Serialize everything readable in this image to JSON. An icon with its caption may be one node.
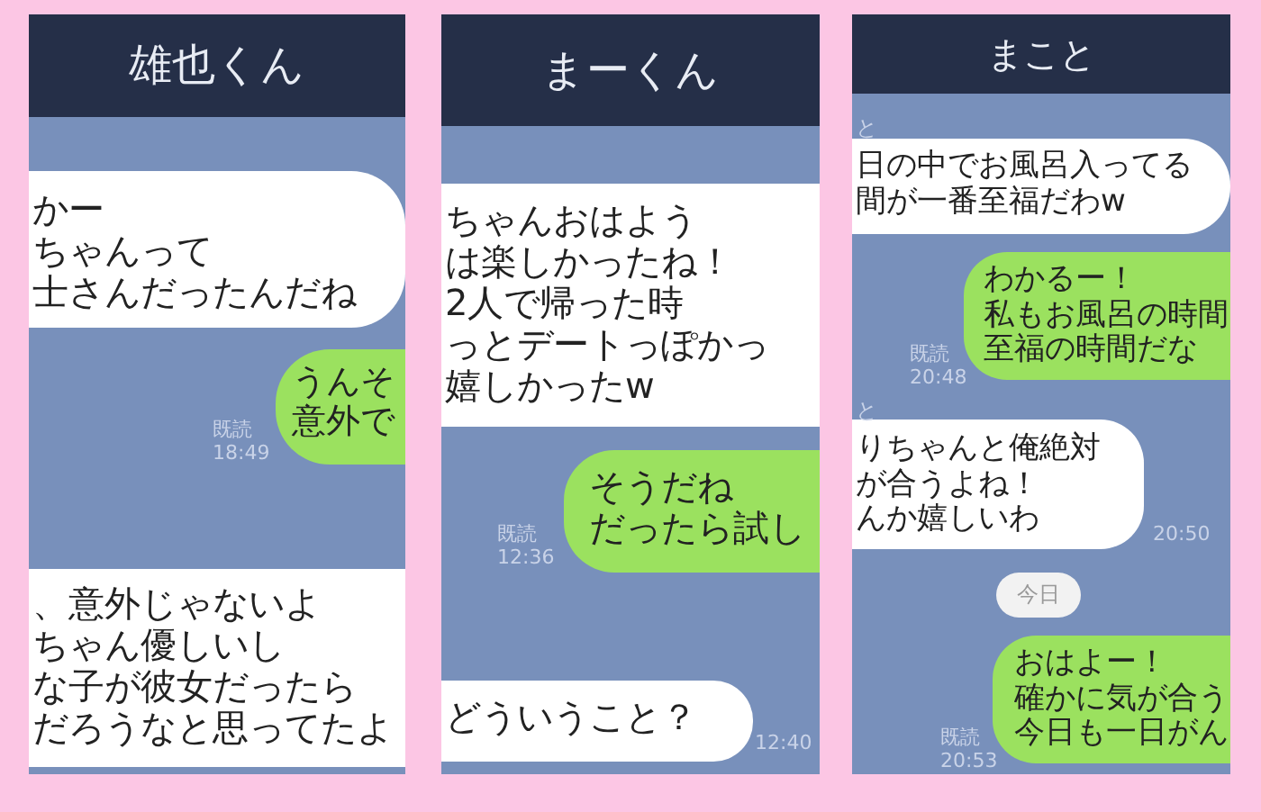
{
  "diagram": {
    "nodes": [
      {
        "text": [
          "雄也くん"
        ]
      },
      {
        "text": [
          "かーちゃんって士さんだったんだね"
        ],
        "in": 0
      },
      {
        "text": [
          "うんそ意外で"
        ],
        "in": 0,
        "beside": [
          "既読 18:49"
        ]
      },
      {
        "text": [
          "、意外じゃないよちゃん優しいしな子が彼女だったらだろうなと思ってたよ"
        ],
        "in": 0
      },
      {
        "text": [
          "まーくん"
        ]
      },
      {
        "text": [
          "ちゃんおはようは楽しかったね！2人で帰った時っとデートっぽかっ嬉しかったw"
        ],
        "in": 4
      },
      {
        "text": [
          "そうだねだったら試し"
        ],
        "in": 4,
        "beside": [
          "既読 12:36"
        ]
      },
      {
        "text": [
          "どういうこと？"
        ],
        "in": 4,
        "beside": [
          "12:40"
        ]
      },
      {
        "text": [
          "まこと"
        ]
      },
      {
        "text": [
          "日の中でお風呂入ってる間が一番至福だわw"
        ],
        "in": 8
      },
      {
        "text": [
          "わかるー！私もお風呂の時間至福の時間だな"
        ],
        "in": 8,
        "beside": [
          "既読 20:48"
        ]
      },
      {
        "text": [
          "りちゃんと俺絶対が合うよね！んか嬉しいわ"
        ],
        "in": 8,
        "beside": [
          "20:50"
        ]
      },
      {
        "text": [
          "今日"
        ],
        "in": 8
      },
      {
        "text": [
          "おはよー！確かに気が合う今日も一日がん"
        ],
        "in": 8,
        "beside": [
          "既読 20:53"
        ]
      }
    ],
    "labels": [
      "と",
      "と"
    ]
  }
}
